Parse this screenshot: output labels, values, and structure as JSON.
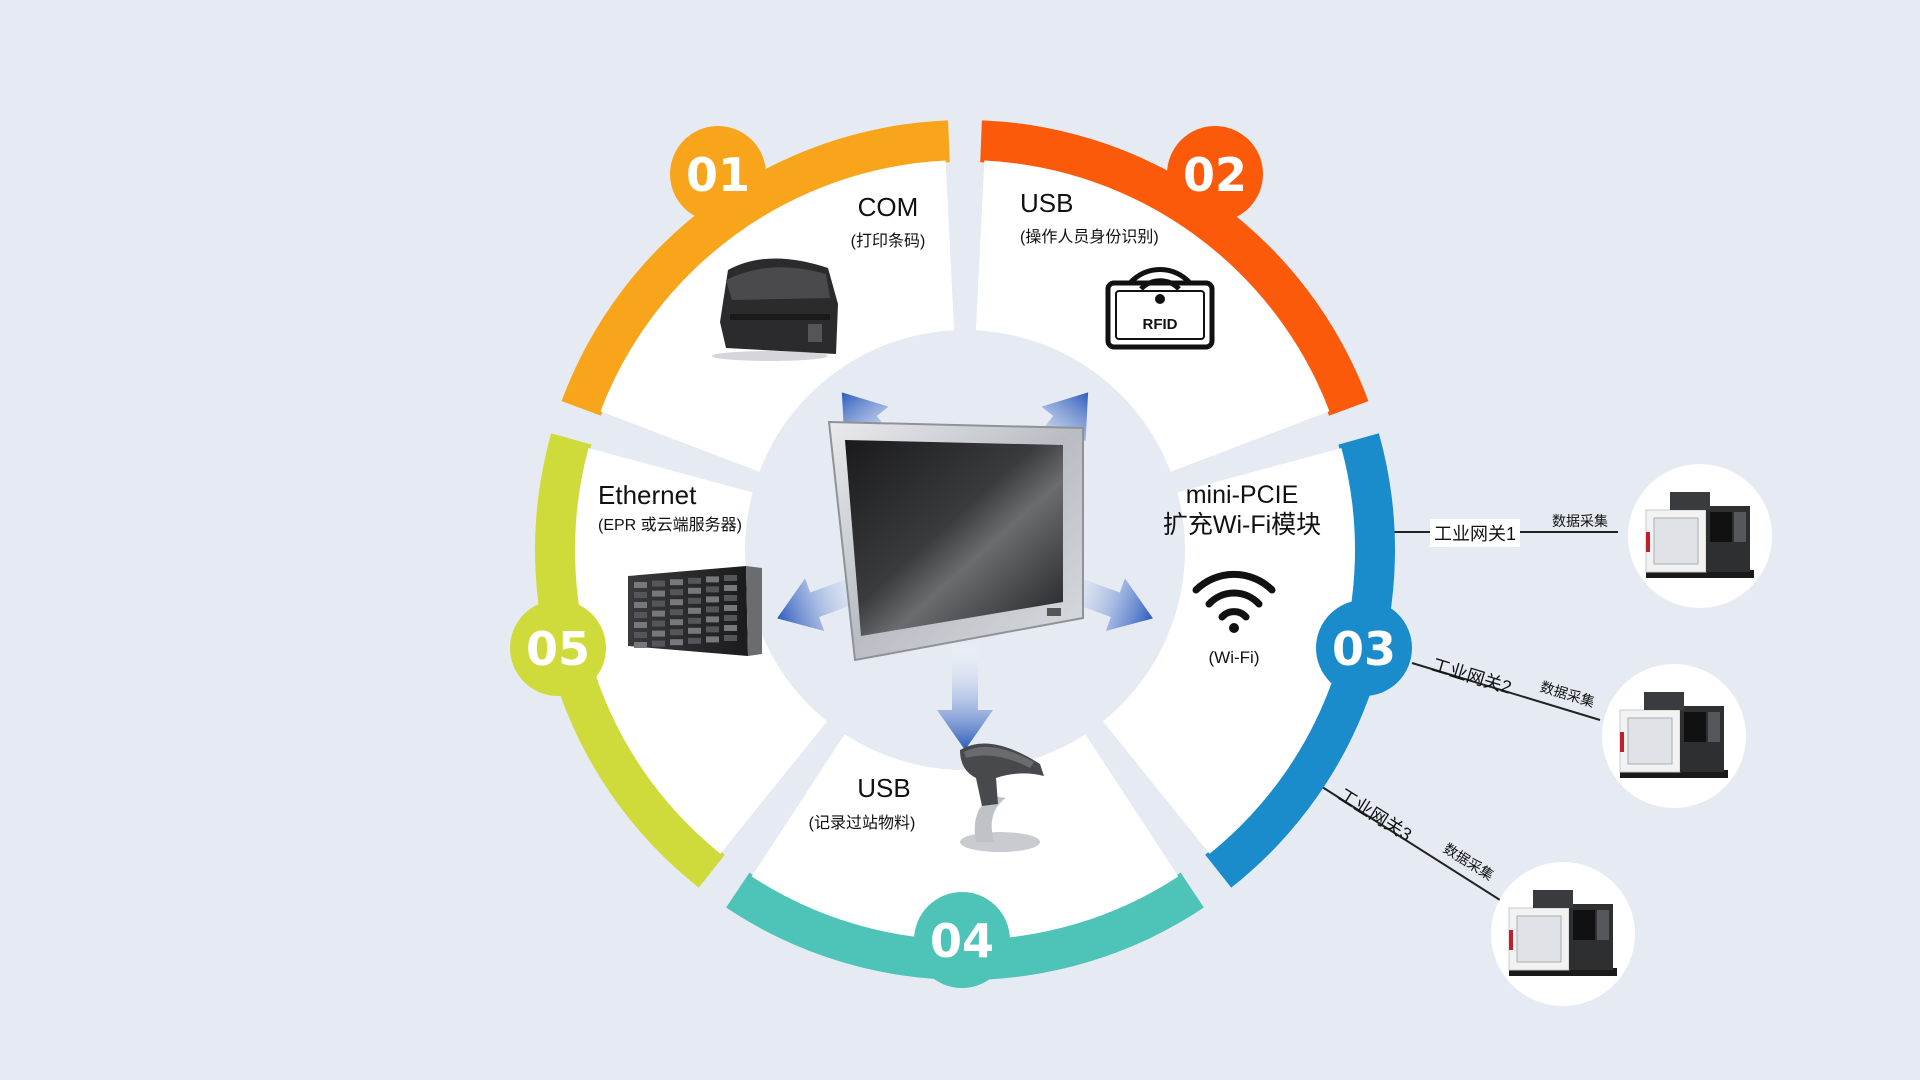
{
  "colors": {
    "background": "#e6ebf3",
    "seg1": "#f8a51c",
    "seg2": "#fb5a0b",
    "seg3": "#1a8ccb",
    "seg4": "#4ec3b8",
    "seg5": "#cfdb3a",
    "arrow": "#2c5bbd"
  },
  "segments": [
    {
      "number": "01",
      "title": "COM",
      "subtitle": "(打印条码)",
      "icon": "printer-icon"
    },
    {
      "number": "02",
      "title": "USB",
      "subtitle": "(操作人员身份识别)",
      "icon": "rfid-reader-icon",
      "icon_text": "RFID"
    },
    {
      "number": "03",
      "title_line1": "mini-PCIE",
      "title_line2": "扩充Wi-Fi模块",
      "subtitle": "(Wi-Fi)",
      "icon": "wifi-icon"
    },
    {
      "number": "04",
      "title": "USB",
      "subtitle": "(记录过站物料)",
      "icon": "barcode-scanner-icon"
    },
    {
      "number": "05",
      "title": "Ethernet",
      "subtitle": "(EPR 或云端服务器)",
      "icon": "server-rack-icon"
    }
  ],
  "center": {
    "icon": "industrial-panel-pc-icon"
  },
  "gateways": [
    {
      "gateway": "工业网关1",
      "collect": "数据采集",
      "icon": "cnc-machine-icon"
    },
    {
      "gateway": "工业网关2",
      "collect": "数据采集",
      "icon": "cnc-machine-icon"
    },
    {
      "gateway": "工业网关3",
      "collect": "数据采集",
      "icon": "cnc-machine-icon"
    }
  ]
}
